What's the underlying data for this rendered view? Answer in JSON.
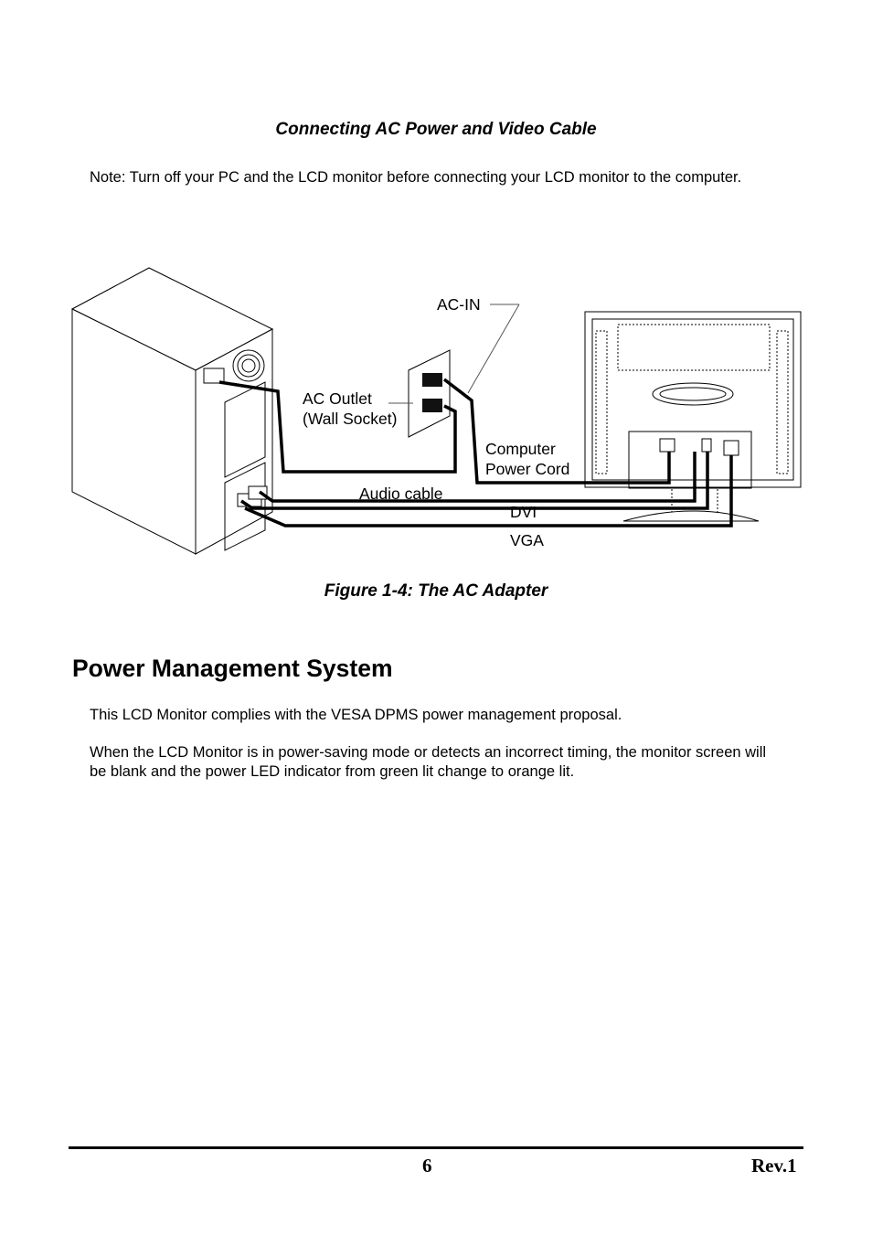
{
  "heading": "Connecting AC Power and Video Cable",
  "note": "Note: Turn off your PC and the LCD monitor before connecting your LCD monitor to the computer.",
  "figure": {
    "labels": {
      "ac_in": "AC-IN",
      "ac_outlet_line1": "AC Outlet",
      "ac_outlet_line2": "(Wall Socket)",
      "power_cord_line1": "Computer",
      "power_cord_line2": "Power Cord",
      "audio": "Audio cable",
      "dvi": "DVI",
      "vga": "VGA"
    },
    "caption": "Figure 1-4: The AC Adapter"
  },
  "section": {
    "title": "Power Management System",
    "paragraphs": [
      "This LCD Monitor complies with the VESA DPMS power management proposal.",
      "When the LCD Monitor is in power-saving mode or detects an incorrect timing, the monitor screen will be blank and the power LED indicator from green lit change to orange lit."
    ]
  },
  "footer": {
    "page": "6",
    "rev": "Rev.1"
  }
}
